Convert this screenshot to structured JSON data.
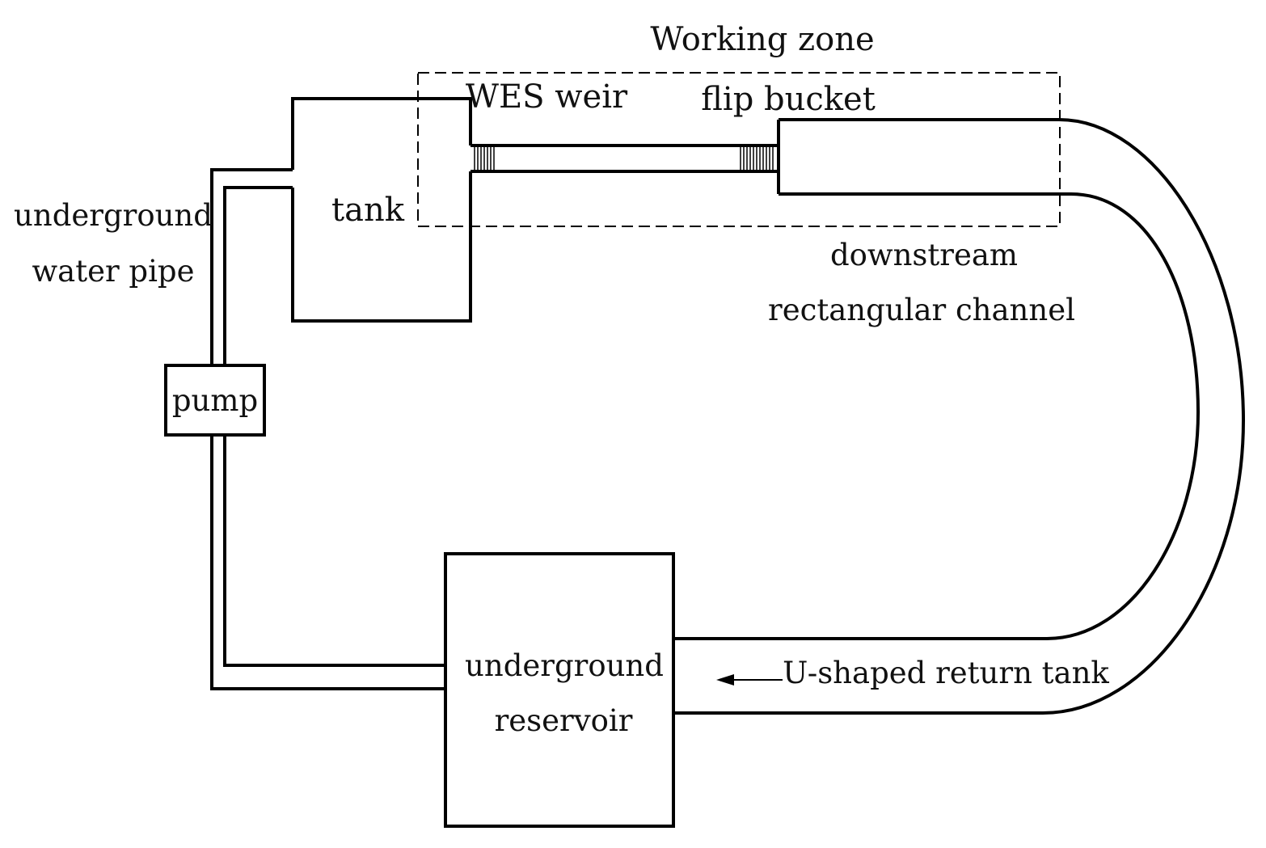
{
  "labels": {
    "working_zone": "Working zone",
    "wes_weir": "WES weir",
    "flip_bucket": "flip bucket",
    "tank": "tank",
    "underground_water_pipe_line1": "underground",
    "underground_water_pipe_line2": "water pipe",
    "pump": "pump",
    "downstream_line1": "downstream",
    "downstream_line2": "rectangular channel",
    "reservoir_line1": "underground",
    "reservoir_line2": "reservoir",
    "u_shaped_return_tank": "U-shaped return tank"
  },
  "colors": {
    "line": "#000000",
    "background": "#ffffff"
  }
}
